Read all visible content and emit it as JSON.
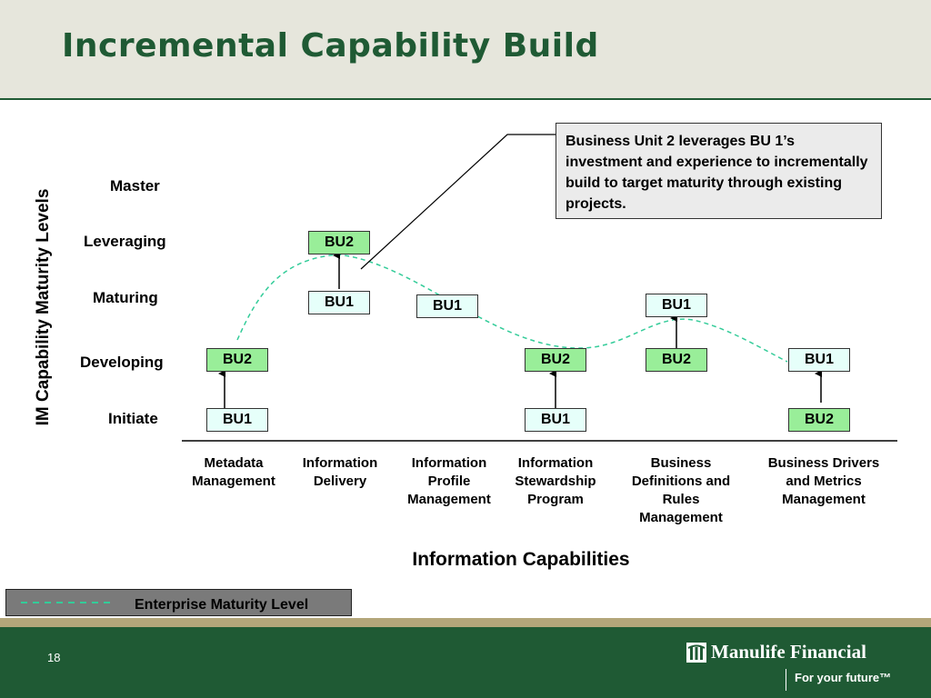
{
  "slide": {
    "title": "Incremental Capability Build",
    "y_axis_title": "IM Capability Maturity Levels",
    "x_axis_title": "Information Capabilities",
    "levels": [
      "Master",
      "Leveraging",
      "Maturing",
      "Developing",
      "Initiate"
    ],
    "capabilities": [
      {
        "label": "Metadata Management"
      },
      {
        "label": "Information Delivery"
      },
      {
        "label": "Information Profile Management"
      },
      {
        "label": "Information Stewardship Program"
      },
      {
        "label": "Business Definitions and Rules Management"
      },
      {
        "label": "Business Drivers and Metrics Management"
      }
    ],
    "boxes": {
      "metadata_initiate": "BU1",
      "metadata_developing": "BU2",
      "delivery_maturing": "BU1",
      "delivery_leveraging": "BU2",
      "profile_maturing": "BU1",
      "stewardship_initiate": "BU1",
      "stewardship_developing": "BU2",
      "definitions_developing": "BU2",
      "definitions_maturing": "BU1",
      "drivers_developing": "BU1",
      "drivers_initiate": "BU2"
    },
    "callout": "Business Unit 2 leverages BU 1’s investment and experience to incrementally build to target maturity through existing projects.",
    "legend": {
      "label": "Enterprise Maturity Level"
    },
    "colors": {
      "accent_green": "#1f5a34",
      "box_bu2": "#99ee99",
      "box_bu1": "#e6fffa",
      "maturity_line": "#33cc99"
    }
  },
  "footer": {
    "page_number": "18",
    "brand": "Manulife Financial",
    "tagline": "For your future™"
  }
}
